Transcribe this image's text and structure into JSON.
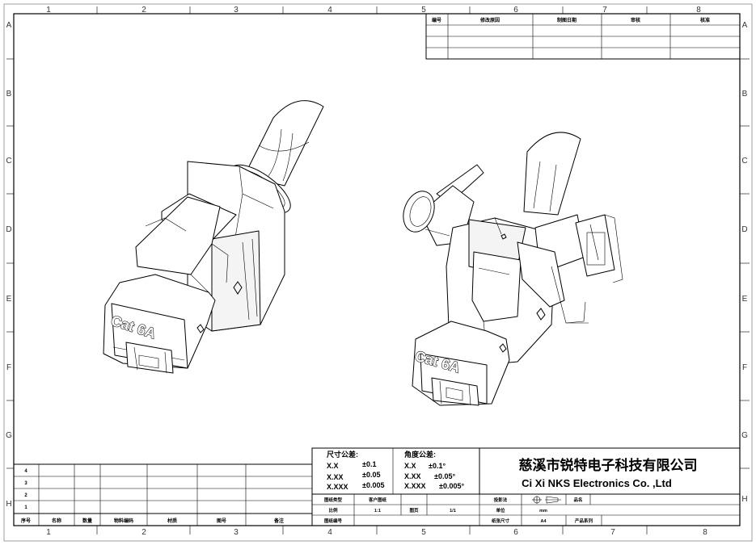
{
  "sheet": {
    "col_labels": [
      "1",
      "2",
      "3",
      "4",
      "5",
      "6",
      "7",
      "8"
    ],
    "row_labels": [
      "A",
      "B",
      "C",
      "D",
      "E",
      "F",
      "G",
      "H"
    ]
  },
  "revision_table": {
    "headers": [
      "编号",
      "修改原因",
      "制图日期",
      "审核",
      "核准"
    ]
  },
  "bom": {
    "row_numbers": [
      "4",
      "3",
      "2",
      "1"
    ],
    "headers": [
      "序号",
      "名称",
      "数量",
      "物料编码",
      "材质",
      "图号",
      "备注"
    ]
  },
  "tolerance": {
    "dim_title": "尺寸公差:",
    "dim": [
      {
        "label": "X.X",
        "value": "±0.1"
      },
      {
        "label": "X.XX",
        "value": "±0.05"
      },
      {
        "label": "X.XXX",
        "value": "±0.005"
      }
    ],
    "ang_title": "角度公差:",
    "ang": [
      {
        "label": "X.X",
        "value": "±0.1°"
      },
      {
        "label": "X.XX",
        "value": "±0.05°"
      },
      {
        "label": "X.XXX",
        "value": "±0.005°"
      }
    ]
  },
  "title_block": {
    "drawing_type_label": "图纸类型",
    "drawing_type_value": "客户图纸",
    "scale_label": "比例",
    "scale_value": "1:1",
    "page_label": "图页",
    "page_value": "1/1",
    "drawing_no_label": "图纸编号",
    "projection_label": "投影法",
    "product_name_label": "品名",
    "unit_label": "单位",
    "unit_value": "mm",
    "paper_size_label": "纸张尺寸",
    "paper_size_value": "A4",
    "product_series_label": "产品系列",
    "company_cn": "慈溪市锐特电子科技有限公司",
    "company_en": "Ci  Xi  NKS  Electronics  Co.  ,Ltd"
  },
  "parts": {
    "left_marking": "Cat 6A",
    "right_marking": "Cat 6A"
  }
}
